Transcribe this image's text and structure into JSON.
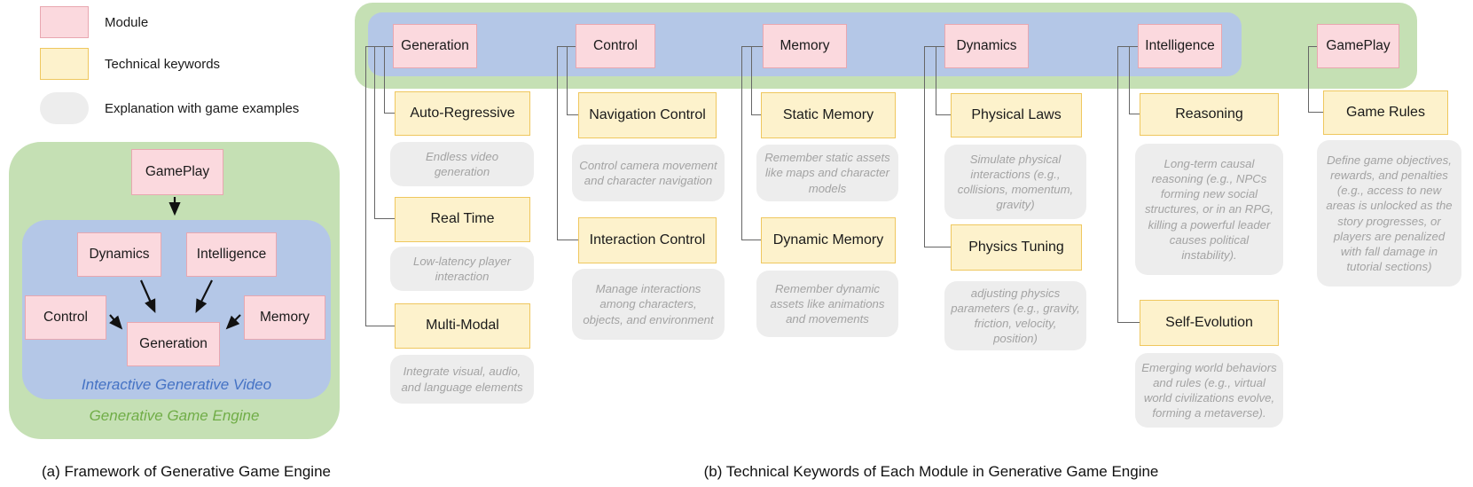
{
  "legend": {
    "module_label": "Module",
    "keyword_label": "Technical keywords",
    "explanation_label": "Explanation with game examples"
  },
  "framework": {
    "gameplay": "GamePlay",
    "dynamics": "Dynamics",
    "intelligence": "Intelligence",
    "control": "Control",
    "memory": "Memory",
    "generation": "Generation",
    "inner_label": "Interactive Generative Video",
    "outer_label": "Generative Game Engine",
    "caption": "(a) Framework of Generative Game Engine"
  },
  "keywords_panel": {
    "caption": "(b) Technical Keywords of Each Module in Generative Game Engine",
    "columns": [
      {
        "module": "Generation",
        "items": [
          {
            "keyword": "Auto-Regressive",
            "explanation": "Endless video generation"
          },
          {
            "keyword": "Real Time",
            "explanation": "Low-latency player interaction"
          },
          {
            "keyword": "Multi-Modal",
            "explanation": "Integrate visual, audio, and language elements"
          }
        ]
      },
      {
        "module": "Control",
        "items": [
          {
            "keyword": "Navigation Control",
            "explanation": "Control camera movement and character navigation"
          },
          {
            "keyword": "Interaction Control",
            "explanation": "Manage interactions among characters, objects, and environment"
          }
        ]
      },
      {
        "module": "Memory",
        "items": [
          {
            "keyword": "Static Memory",
            "explanation": "Remember static assets like maps and character models"
          },
          {
            "keyword": "Dynamic Memory",
            "explanation": "Remember dynamic assets like animations and movements"
          }
        ]
      },
      {
        "module": "Dynamics",
        "items": [
          {
            "keyword": "Physical Laws",
            "explanation": "Simulate physical interactions (e.g., collisions, momentum, gravity)"
          },
          {
            "keyword": "Physics Tuning",
            "explanation": "adjusting physics parameters (e.g., gravity, friction, velocity, position)"
          }
        ]
      },
      {
        "module": "Intelligence",
        "items": [
          {
            "keyword": "Reasoning",
            "explanation": "Long-term causal reasoning (e.g., NPCs forming new social structures, or in an RPG, killing a powerful leader causes political instability)."
          },
          {
            "keyword": "Self-Evolution",
            "explanation": "Emerging world behaviors and rules (e.g., virtual world civilizations evolve, forming a metaverse)."
          }
        ]
      },
      {
        "module": "GamePlay",
        "items": [
          {
            "keyword": "Game Rules",
            "explanation": "Define game objectives, rewards, and penalties (e.g., access to new areas is unlocked as the story progresses, or players are penalized with fall damage in tutorial sections)"
          }
        ]
      }
    ]
  },
  "colors": {
    "module_fill": "#FBD9DE",
    "module_border": "#E8A7B0",
    "keyword_fill": "#FDF2CC",
    "keyword_border": "#EFC75E",
    "explanation_fill": "#EDEDED",
    "explanation_text": "#A3A3A3",
    "engine_green": "#C5E0B4",
    "video_blue": "#B4C7E7",
    "inner_label_color": "#4472C4",
    "outer_label_color": "#70AD47",
    "connector": "#666666"
  }
}
